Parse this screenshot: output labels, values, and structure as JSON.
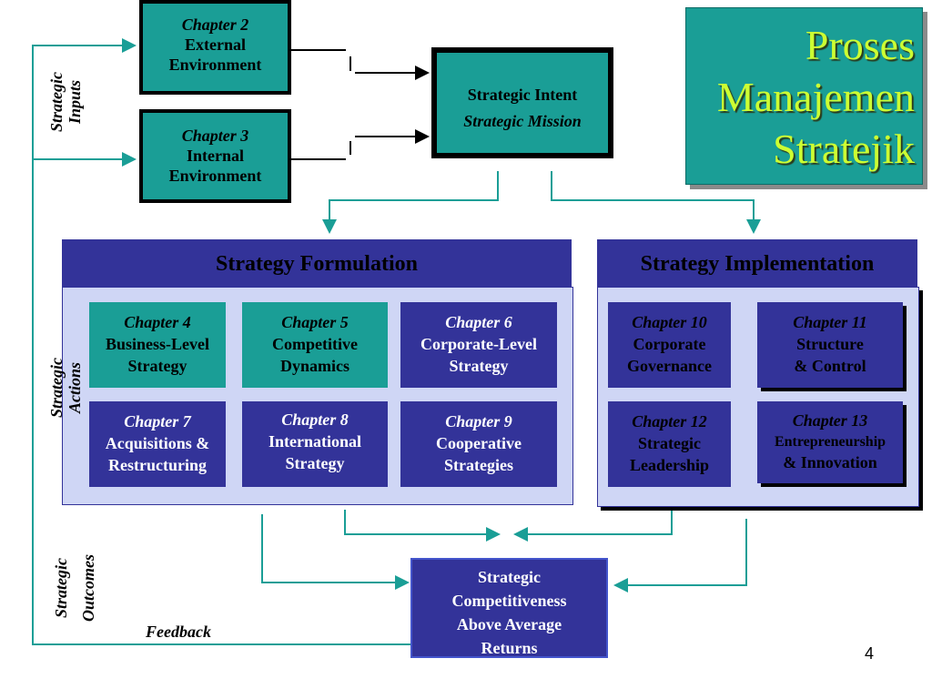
{
  "title": {
    "line1": "Proses",
    "line2": "Manajemen",
    "line3": "Stratejik"
  },
  "inputs": {
    "external": {
      "chapter": "Chapter 2",
      "line1": "External",
      "line2": "Environment"
    },
    "internal": {
      "chapter": "Chapter 3",
      "line1": "Internal",
      "line2": "Environment"
    }
  },
  "intent": {
    "line1": "Strategic Intent",
    "line2": "Strategic Mission"
  },
  "formulation": {
    "header": "Strategy Formulation",
    "chapters": [
      {
        "chapter": "Chapter 4",
        "line1": "Business-Level",
        "line2": "Strategy"
      },
      {
        "chapter": "Chapter 5",
        "line1": "Competitive",
        "line2": "Dynamics"
      },
      {
        "chapter": "Chapter 6",
        "line1": "Corporate-Level",
        "line2": "Strategy"
      },
      {
        "chapter": "Chapter 7",
        "line1": "Acquisitions &",
        "line2": "Restructuring"
      },
      {
        "chapter": "Chapter 8",
        "line1": "International",
        "line2": "Strategy"
      },
      {
        "chapter": "Chapter 9",
        "line1": "Cooperative",
        "line2": "Strategies"
      }
    ]
  },
  "implementation": {
    "header": "Strategy Implementation",
    "chapters": [
      {
        "chapter": "Chapter 10",
        "line1": "Corporate",
        "line2": "Governance"
      },
      {
        "chapter": "Chapter 11",
        "line1": "Structure",
        "line2": "& Control"
      },
      {
        "chapter": "Chapter 12",
        "line1": "Strategic",
        "line2": "Leadership"
      },
      {
        "chapter": "Chapter 13",
        "line1": "Entrepreneurship",
        "line2": "& Innovation"
      }
    ]
  },
  "outcome": {
    "line1": "Strategic",
    "line2": "Competitiveness",
    "line3": "Above Average",
    "line4": "Returns"
  },
  "side_labels": {
    "inputs": {
      "line1": "Strategic",
      "line2": "Inputs"
    },
    "actions": {
      "line1": "Strategic",
      "line2": "Actions"
    },
    "outcomes": {
      "line1": "Strategic",
      "line2": "Outcomes"
    }
  },
  "feedback": "Feedback",
  "page_number": "4",
  "colors": {
    "teal": "#1a9e96",
    "navy": "#333399",
    "panel": "#cfd6f5",
    "title_text": "#ccff33",
    "arrow": "#1a9e96"
  }
}
